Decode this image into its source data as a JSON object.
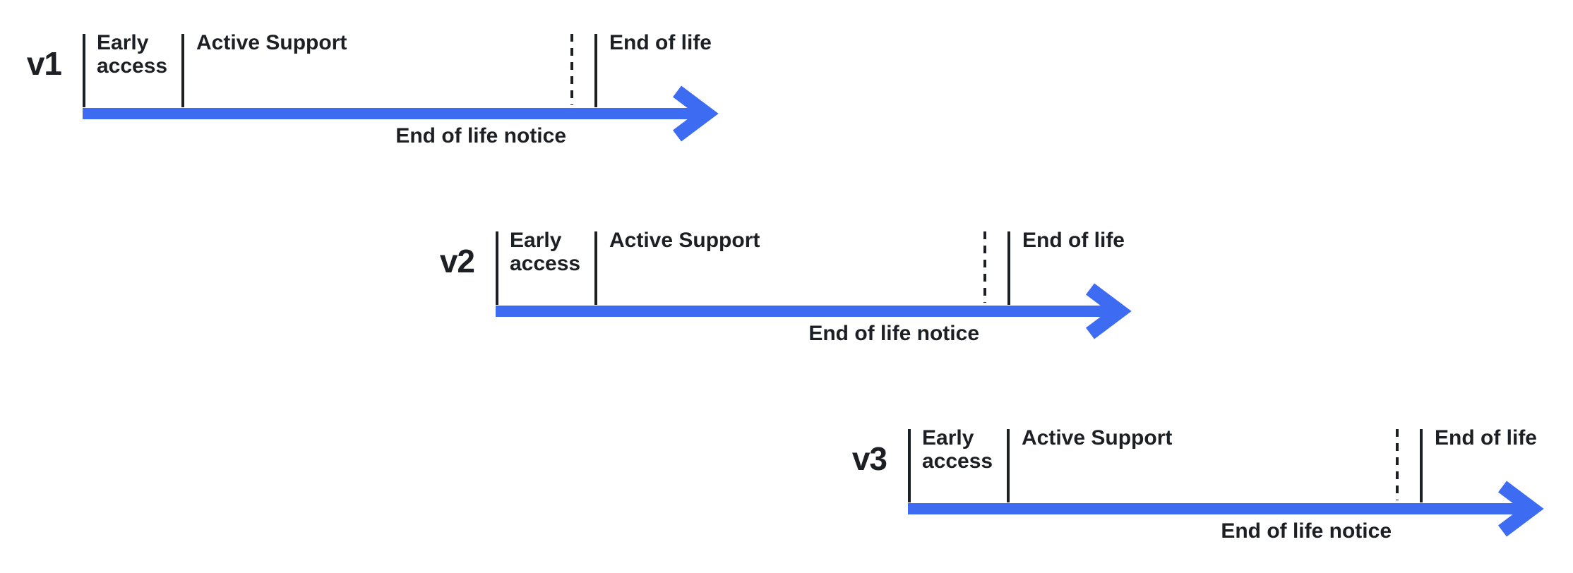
{
  "colors": {
    "arrow": "#3d6bf2",
    "text": "#1c1f23"
  },
  "timelines": [
    {
      "version": "v1",
      "labels": {
        "early_access": "Early access",
        "active_support": "Active Support",
        "end_of_life": "End of life",
        "end_of_life_notice": "End of life notice"
      }
    },
    {
      "version": "v2",
      "labels": {
        "early_access": "Early access",
        "active_support": "Active Support",
        "end_of_life": "End of life",
        "end_of_life_notice": "End of life notice"
      }
    },
    {
      "version": "v3",
      "labels": {
        "early_access": "Early access",
        "active_support": "Active Support",
        "end_of_life": "End of life",
        "end_of_life_notice": "End of life notice"
      }
    }
  ]
}
